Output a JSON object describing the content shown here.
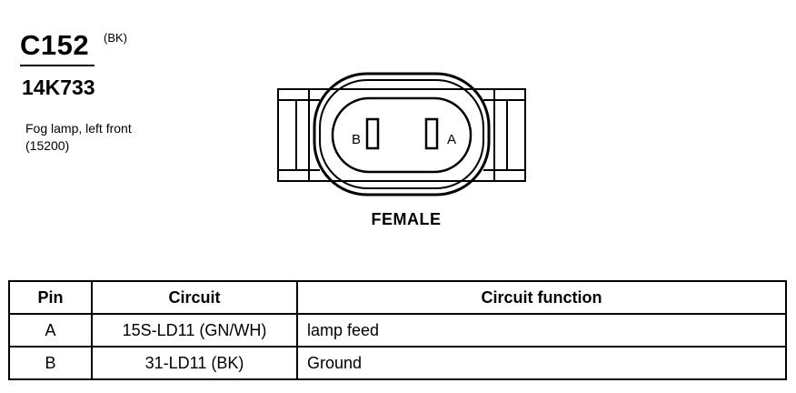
{
  "connector": {
    "id": "C152",
    "color": "(BK)",
    "part_number": "14K733",
    "description_line1": "Fog lamp, left front",
    "description_line2": "(15200)",
    "gender": "FEMALE",
    "pin_labels": [
      "B",
      "A"
    ]
  },
  "table": {
    "headers": [
      "Pin",
      "Circuit",
      "Circuit function"
    ],
    "rows": [
      {
        "pin": "A",
        "circuit": "15S-LD11 (GN/WH)",
        "function": "lamp feed"
      },
      {
        "pin": "B",
        "circuit": "31-LD11 (BK)",
        "function": "Ground"
      }
    ]
  }
}
